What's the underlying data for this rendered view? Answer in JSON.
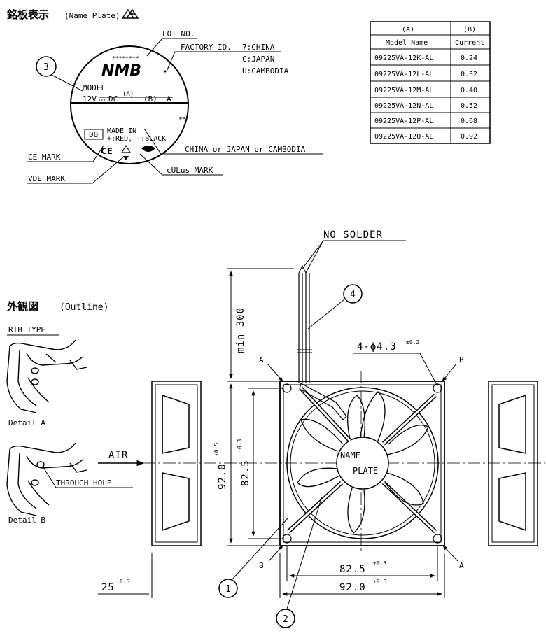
{
  "nameplate": {
    "heading_jp": "銘板表示",
    "heading_en": "(Name Plate)",
    "lot_no": "LOT NO.",
    "stars": "********",
    "brand": "NMB",
    "factory_id": "FACTORY ID.",
    "factory_china": "7:CHINA",
    "factory_japan": "C:JAPAN",
    "factory_cambodia": "U:CAMBODIA",
    "model": "MODEL",
    "a_marker": "(A)",
    "voltage": "12V",
    "dc": "DC",
    "b_marker": "(B)",
    "amp": "A",
    "ep": "EP",
    "code": "00",
    "made_in": "MADE IN",
    "polarity": "+:RED, -:BLACK",
    "country_label": "CHINA or JAPAN or CAMBODIA",
    "ce_mark": "CE MARK",
    "vde_mark": "VDE MARK",
    "culus_mark": "cULus MARK",
    "ce_symbol": "CE",
    "callout_3": "3"
  },
  "table": {
    "header_a": "(A)",
    "header_b": "(B)",
    "col_model": "Model Name",
    "col_current": "Current",
    "rows": [
      {
        "model": "09225VA-12K-AL",
        "current": "0.24"
      },
      {
        "model": "09225VA-12L-AL",
        "current": "0.32"
      },
      {
        "model": "09225VA-12M-AL",
        "current": "0.40"
      },
      {
        "model": "09225VA-12N-AL",
        "current": "0.52"
      },
      {
        "model": "09225VA-12P-AL",
        "current": "0.68"
      },
      {
        "model": "09225VA-12Q-AL",
        "current": "0.92"
      }
    ]
  },
  "outline": {
    "heading_jp": "外観図",
    "heading_en": "(Outline)",
    "rib_type": "RIB TYPE",
    "detail_a": "Detail A",
    "detail_b": "Detail B",
    "through_hole": "THROUGH HOLE",
    "air": "AIR",
    "no_solder": "NO SOLDER",
    "lead_min": "min 300",
    "hole_spec": "4-ϕ4.3",
    "hole_tol": "±0.2",
    "dim_92": "92.0",
    "dim_92_tol": "±0.5",
    "dim_825": "82.5",
    "dim_825_tol": "±0.3",
    "dim_25": "25",
    "dim_25_tol": "±0.5",
    "label_a": "A",
    "label_b": "B",
    "name_plate_line1": "NAME",
    "name_plate_line2": "PLATE",
    "callout_1": "1",
    "callout_2": "2",
    "callout_4": "4"
  }
}
